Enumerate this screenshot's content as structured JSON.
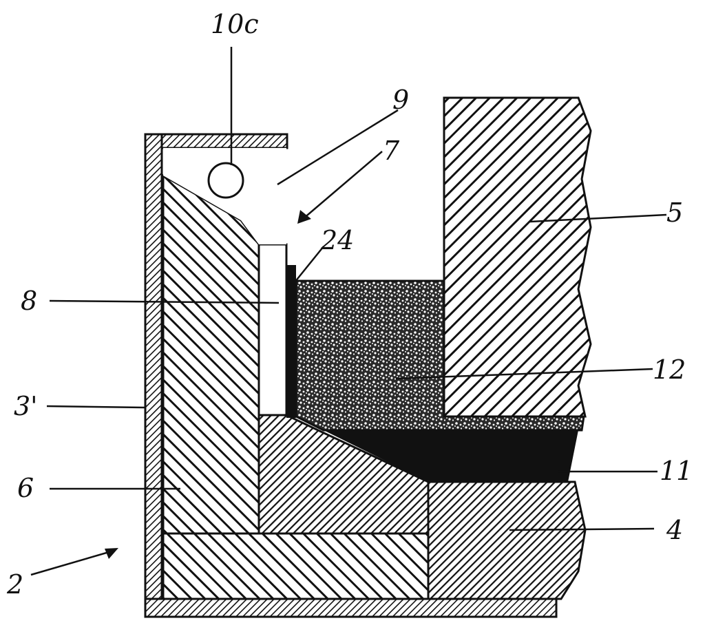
{
  "figure": {
    "labels": {
      "l_10c": "10c",
      "l_9": "9",
      "l_7": "7",
      "l_24": "24",
      "l_5": "5",
      "l_8": "8",
      "l_12": "12",
      "l_3": "3'",
      "l_11": "11",
      "l_6": "6",
      "l_4": "4",
      "l_2": "2"
    },
    "colors": {
      "ink": "#111111",
      "paper": "#ffffff",
      "granular": "#2a2a2a"
    }
  }
}
